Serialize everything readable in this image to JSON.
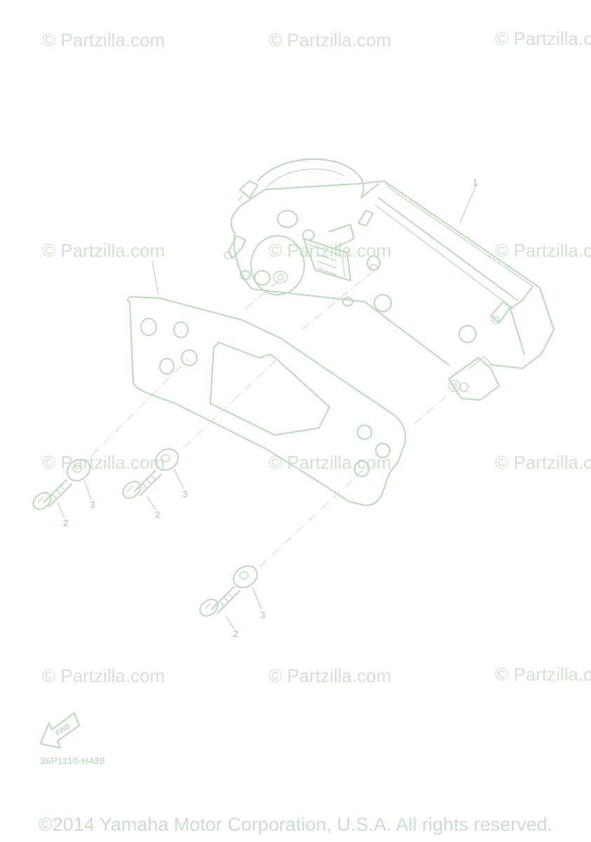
{
  "watermarks": {
    "w1": "© Partzilla.com",
    "w2": "© Partzilla.com",
    "w3": "© Partzilla.c",
    "w4": "© Partzilla.com",
    "w5": "© Partzilla.com",
    "w6": "© Partzilla.c",
    "w7": "© Partzilla.com",
    "w8": "© Partzilla.com",
    "w9": "© Partzilla.c",
    "w10": "© Partzilla.com",
    "w11": "© Partzilla.com",
    "w12": "© Partzilla.c"
  },
  "callouts": {
    "meter_assy": "1",
    "screw_a": "2",
    "washer_a": "3",
    "screw_b": "2",
    "washer_b": "3",
    "screw_c": "2",
    "washer_c": "3"
  },
  "fwd_label": "FWD",
  "part_code": "36P1110-H420",
  "copyright": "©2014 Yamaha Motor Corporation, U.S.A. All rights reserved.",
  "colors": {
    "line": "#b9d9b9",
    "watermark": "#cfe3cf",
    "background": "#ffffff"
  },
  "icons": {
    "fwd_arrow": "fwd-arrow-icon"
  }
}
